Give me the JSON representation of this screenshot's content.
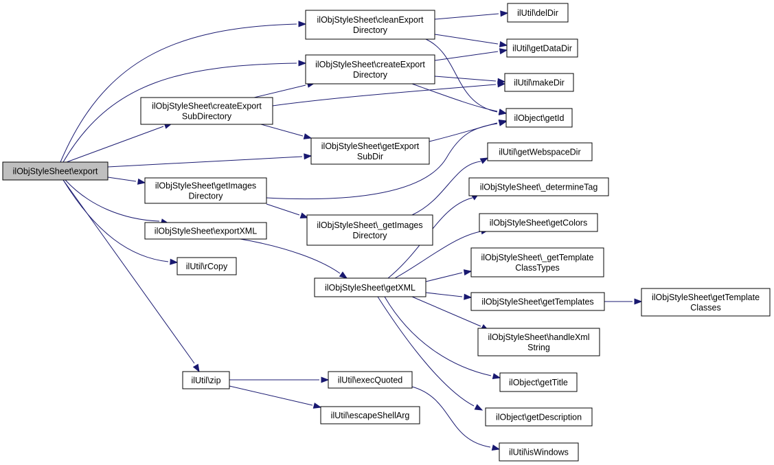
{
  "diagram": {
    "edge_color": "#191970",
    "root_fill": "#bfbfbf",
    "nodes": {
      "export": [
        "ilObjStyleSheet\\export"
      ],
      "cleanExportDirectory": [
        "ilObjStyleSheet\\cleanExport",
        "Directory"
      ],
      "createExportDirectory": [
        "ilObjStyleSheet\\createExport",
        "Directory"
      ],
      "createExportSubDirectory": [
        "ilObjStyleSheet\\createExport",
        "SubDirectory"
      ],
      "getExportSubDir": [
        "ilObjStyleSheet\\getExport",
        "SubDir"
      ],
      "getImagesDirectory": [
        "ilObjStyleSheet\\getImages",
        "Directory"
      ],
      "_getImagesDirectory": [
        "ilObjStyleSheet\\_getImages",
        "Directory"
      ],
      "exportXML": [
        "ilObjStyleSheet\\exportXML"
      ],
      "rCopy": [
        "ilUtil\\rCopy"
      ],
      "zip": [
        "ilUtil\\zip"
      ],
      "delDir": [
        "ilUtil\\delDir"
      ],
      "getDataDir": [
        "ilUtil\\getDataDir"
      ],
      "makeDir": [
        "ilUtil\\makeDir"
      ],
      "getId": [
        "ilObject\\getId"
      ],
      "getWebspaceDir": [
        "ilUtil\\getWebspaceDir"
      ],
      "_determineTag": [
        "ilObjStyleSheet\\_determineTag"
      ],
      "getColors": [
        "ilObjStyleSheet\\getColors"
      ],
      "_getTemplateClassTypes": [
        "ilObjStyleSheet\\_getTemplate",
        "ClassTypes"
      ],
      "getTemplates": [
        "ilObjStyleSheet\\getTemplates"
      ],
      "getTemplateClasses": [
        "ilObjStyleSheet\\getTemplate",
        "Classes"
      ],
      "handleXmlString": [
        "ilObjStyleSheet\\handleXml",
        "String"
      ],
      "getTitle": [
        "ilObject\\getTitle"
      ],
      "getDescription": [
        "ilObject\\getDescription"
      ],
      "getXML": [
        "ilObjStyleSheet\\getXML"
      ],
      "execQuoted": [
        "ilUtil\\execQuoted"
      ],
      "escapeShellArg": [
        "ilUtil\\escapeShellArg"
      ],
      "isWindows": [
        "ilUtil\\isWindows"
      ]
    },
    "edges": [
      [
        "export",
        "cleanExportDirectory"
      ],
      [
        "export",
        "createExportDirectory"
      ],
      [
        "export",
        "createExportSubDirectory"
      ],
      [
        "export",
        "getExportSubDir"
      ],
      [
        "export",
        "getImagesDirectory"
      ],
      [
        "export",
        "exportXML"
      ],
      [
        "export",
        "rCopy"
      ],
      [
        "export",
        "zip"
      ],
      [
        "cleanExportDirectory",
        "delDir"
      ],
      [
        "cleanExportDirectory",
        "getDataDir"
      ],
      [
        "cleanExportDirectory",
        "getId"
      ],
      [
        "createExportDirectory",
        "getDataDir"
      ],
      [
        "createExportDirectory",
        "makeDir"
      ],
      [
        "createExportDirectory",
        "getId"
      ],
      [
        "createExportSubDirectory",
        "createExportDirectory"
      ],
      [
        "createExportSubDirectory",
        "makeDir"
      ],
      [
        "createExportSubDirectory",
        "getExportSubDir"
      ],
      [
        "getExportSubDir",
        "getId"
      ],
      [
        "getImagesDirectory",
        "getId"
      ],
      [
        "getImagesDirectory",
        "_getImagesDirectory"
      ],
      [
        "_getImagesDirectory",
        "getWebspaceDir"
      ],
      [
        "exportXML",
        "getXML"
      ],
      [
        "getXML",
        "_determineTag"
      ],
      [
        "getXML",
        "getColors"
      ],
      [
        "getXML",
        "_getTemplateClassTypes"
      ],
      [
        "getXML",
        "getTemplates"
      ],
      [
        "getXML",
        "handleXmlString"
      ],
      [
        "getXML",
        "getTitle"
      ],
      [
        "getXML",
        "getDescription"
      ],
      [
        "getTemplates",
        "getTemplateClasses"
      ],
      [
        "zip",
        "execQuoted"
      ],
      [
        "zip",
        "escapeShellArg"
      ],
      [
        "execQuoted",
        "isWindows"
      ]
    ]
  }
}
